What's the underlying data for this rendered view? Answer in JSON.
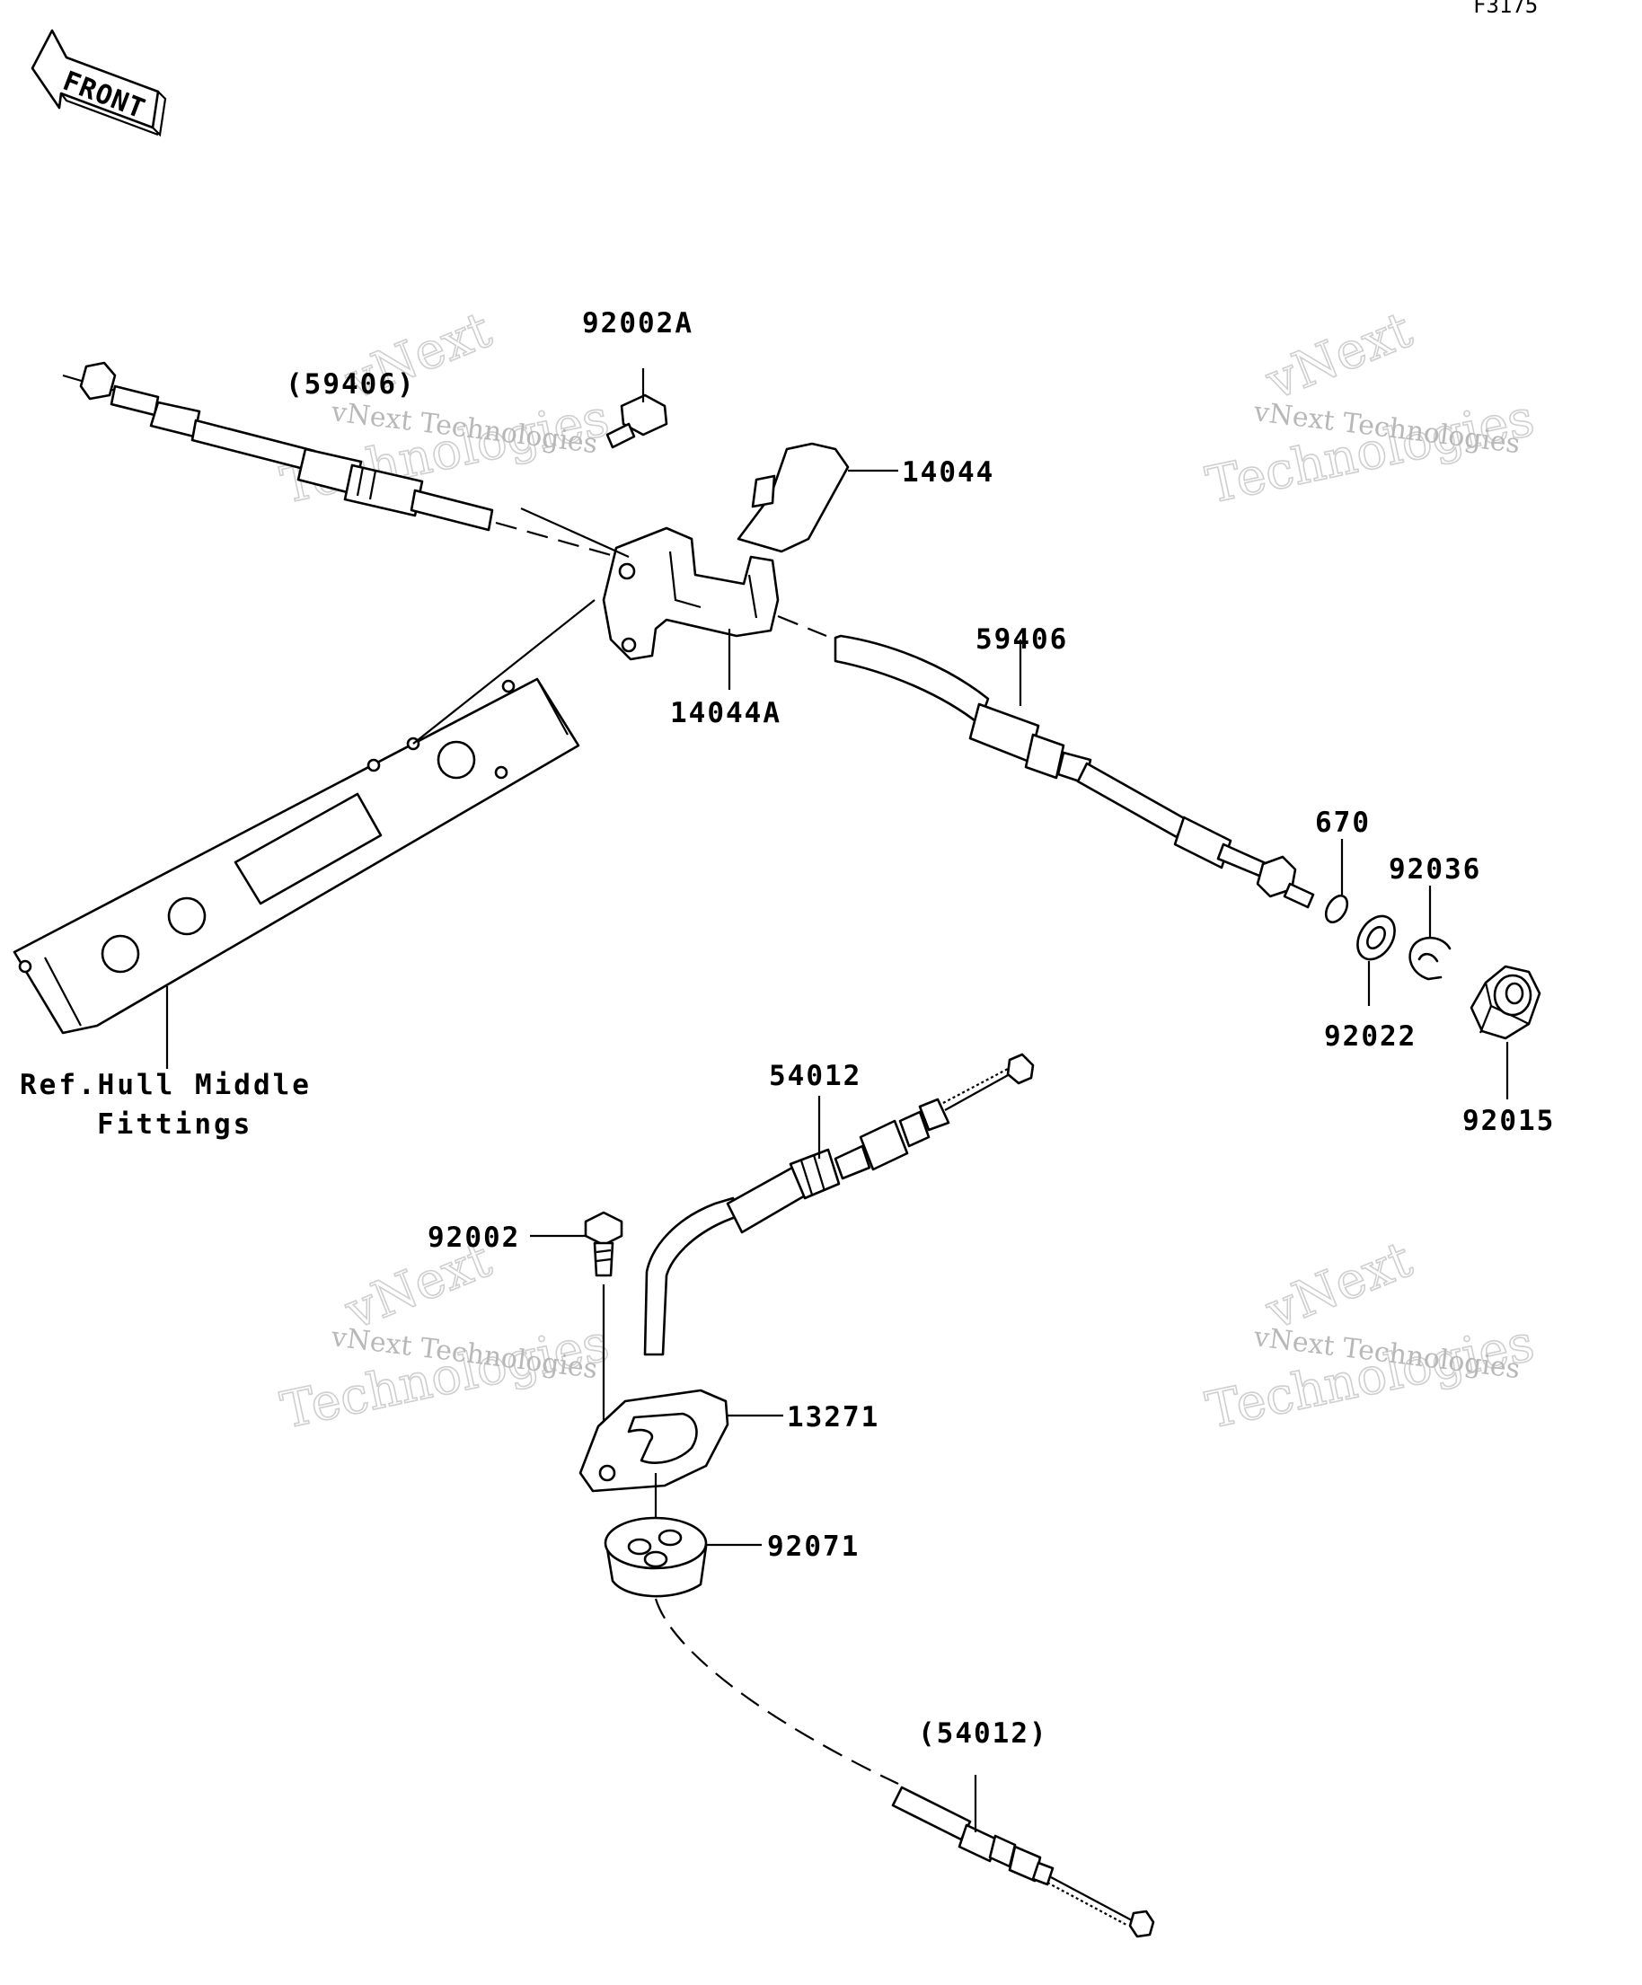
{
  "diagram_code": "F3175",
  "front_label": "FRONT",
  "watermark": {
    "line1": "vNext Technologies",
    "line2": "vNext",
    "line3": "Technologies"
  },
  "callouts": [
    {
      "id": "92002A",
      "text": "92002A"
    },
    {
      "id": "59406-ref",
      "text": "(59406)"
    },
    {
      "id": "14044",
      "text": "14044"
    },
    {
      "id": "14044A",
      "text": "14044A"
    },
    {
      "id": "59406",
      "text": "59406"
    },
    {
      "id": "670",
      "text": "670"
    },
    {
      "id": "92036",
      "text": "92036"
    },
    {
      "id": "92022",
      "text": "92022"
    },
    {
      "id": "92015",
      "text": "92015"
    },
    {
      "id": "54012",
      "text": "54012"
    },
    {
      "id": "92002",
      "text": "92002"
    },
    {
      "id": "13271",
      "text": "13271"
    },
    {
      "id": "92071",
      "text": "92071"
    },
    {
      "id": "54012-ref",
      "text": "(54012)"
    }
  ],
  "reference": {
    "line1": "Ref.Hull Middle",
    "line2": "Fittings"
  }
}
